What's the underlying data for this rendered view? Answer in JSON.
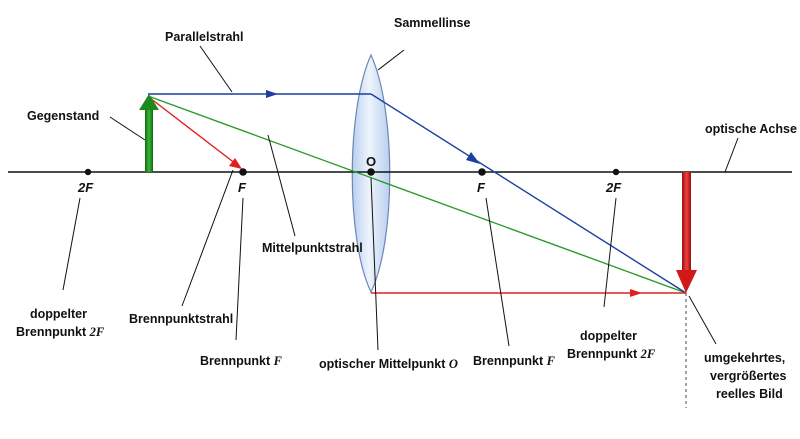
{
  "labels": {
    "parallelstrahl": "Parallelstrahl",
    "sammellinse": "Sammellinse",
    "gegenstand": "Gegenstand",
    "optische_achse": "optische Achse",
    "mittelpunktstrahl": "Mittelpunktstrahl",
    "brennpunktstrahl": "Brennpunktstrahl",
    "doppelter_left_1": "doppelter",
    "doppelter_left_2": "Brennpunkt",
    "doppelter_left_sym": "2F",
    "brennpunkt_left_text": "Brennpunkt",
    "brennpunkt_left_sym": "F",
    "mittelpunkt_text": "optischer Mittelpunkt",
    "mittelpunkt_sym": "O",
    "brennpunkt_right_text": "Brennpunkt",
    "brennpunkt_right_sym": "F",
    "doppelter_right_1": "doppelter",
    "doppelter_right_2": "Brennpunkt",
    "doppelter_right_sym": "2F",
    "bild_1": "umgekehrtes,",
    "bild_2": "vergrößertes",
    "bild_3": "reelles Bild"
  },
  "points": {
    "p_2f_left": "2F",
    "p_f_left": "F",
    "p_o": "O",
    "p_f_right": "F",
    "p_2f_right": "2F"
  },
  "colors": {
    "parallel_ray": "#1a3fa0",
    "focal_ray": "#e02020",
    "center_ray": "#2a9a2a",
    "object_arrow": "#1e8a1e",
    "image_arrow": "#d01818",
    "lens_fill": "#cfe0f5"
  }
}
